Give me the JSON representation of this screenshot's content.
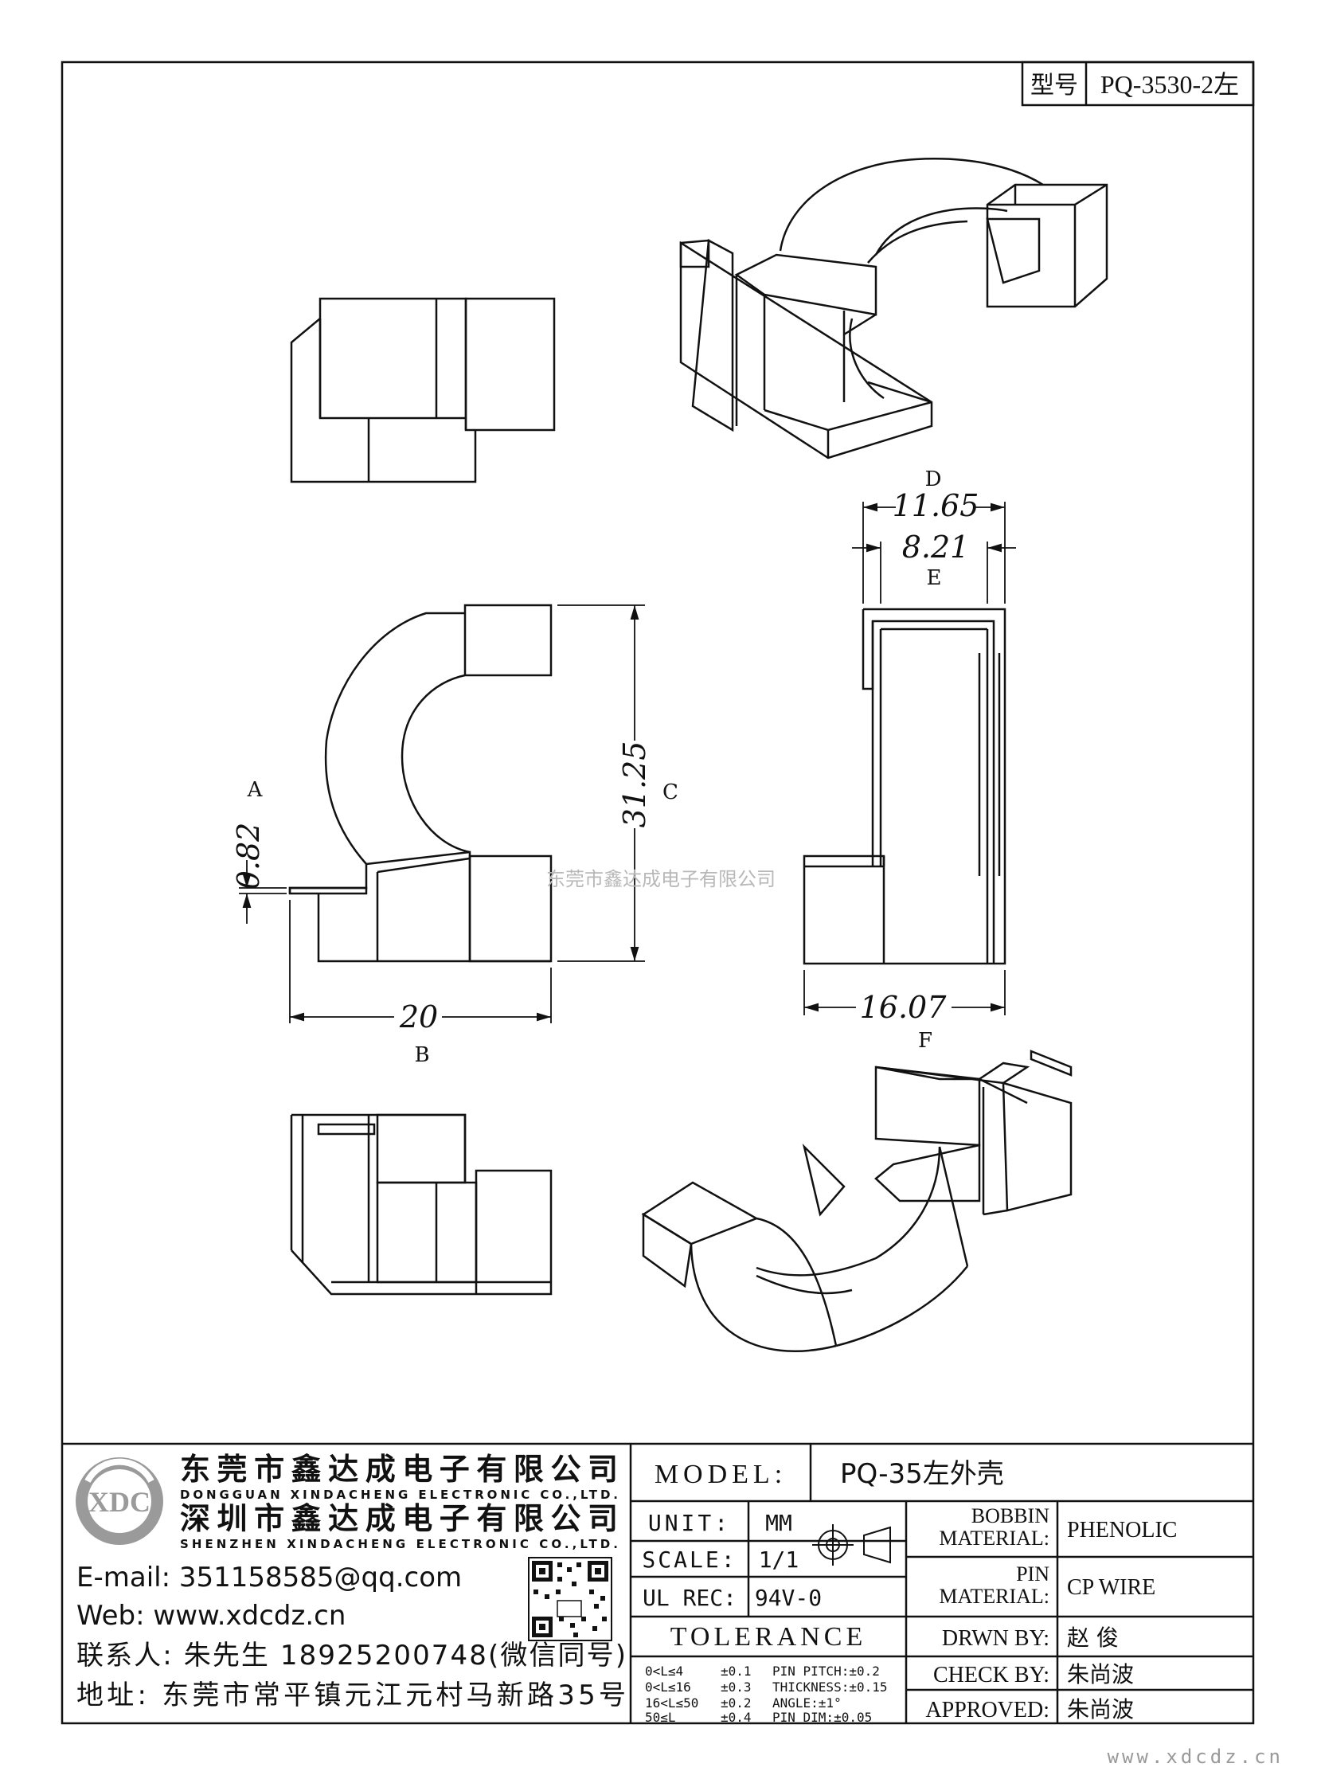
{
  "model_box": {
    "label": "型号",
    "value": "PQ-3530-2左"
  },
  "dimensions": {
    "d_width": "11.65",
    "e_width": "8.21",
    "height": "31.25",
    "pin_offset": "0.82",
    "b_width": "20",
    "f_width": "16.07"
  },
  "view_labels": {
    "a": "A",
    "b": "B",
    "c": "C",
    "d": "D",
    "e": "E",
    "f": "F"
  },
  "watermark": "东莞市鑫达成电子有限公司",
  "company": {
    "logo_text": "XDC",
    "name_dg": "东莞市鑫达成电子有限公司",
    "name_dg_en": "DONGGUAN XINDACHENG ELECTRONIC CO.,LTD.",
    "name_sz": "深圳市鑫达成电子有限公司",
    "name_sz_en": "SHENZHEN XINDACHENG ELECTRONIC CO.,LTD.",
    "email": "E-mail: 351158585@qq.com",
    "web": "Web: www.xdcdz.cn",
    "contact": "联系人: 朱先生 18925200748(微信同号)",
    "address": "地址: 东莞市常平镇元江元村马新路35号"
  },
  "title_block": {
    "model_label": "MODEL:",
    "model_value": "PQ-35左外壳",
    "unit_label": "UNIT:",
    "unit_value": "MM",
    "scale_label": "SCALE:",
    "scale_value": "1/1",
    "ul_label": "UL REC:",
    "ul_value": "94V-0",
    "tolerance_label": "TOLERANCE",
    "tol_rows": [
      {
        "range": "0<L≤4",
        "tol": "±0.1",
        "spec": "PIN PITCH:±0.2"
      },
      {
        "range": "0<L≤16",
        "tol": "±0.3",
        "spec": "THICKNESS:±0.15"
      },
      {
        "range": "16<L≤50",
        "tol": "±0.2",
        "spec": "ANGLE:±1°"
      },
      {
        "range": "50≤L",
        "tol": "±0.4",
        "spec": "PIN DIM:±0.05"
      }
    ],
    "bobbin_label_1": "BOBBIN",
    "bobbin_label_2": "MATERIAL:",
    "bobbin_value": "PHENOLIC",
    "pin_label_1": "PIN",
    "pin_label_2": "MATERIAL:",
    "pin_value": "CP WIRE",
    "drawn_label": "DRWN BY:",
    "drawn_value": "赵 俊",
    "check_label": "CHECK BY:",
    "check_value": "朱尚波",
    "approved_label": "APPROVED:",
    "approved_value": "朱尚波"
  },
  "footer_url": "www.xdcdz.cn"
}
